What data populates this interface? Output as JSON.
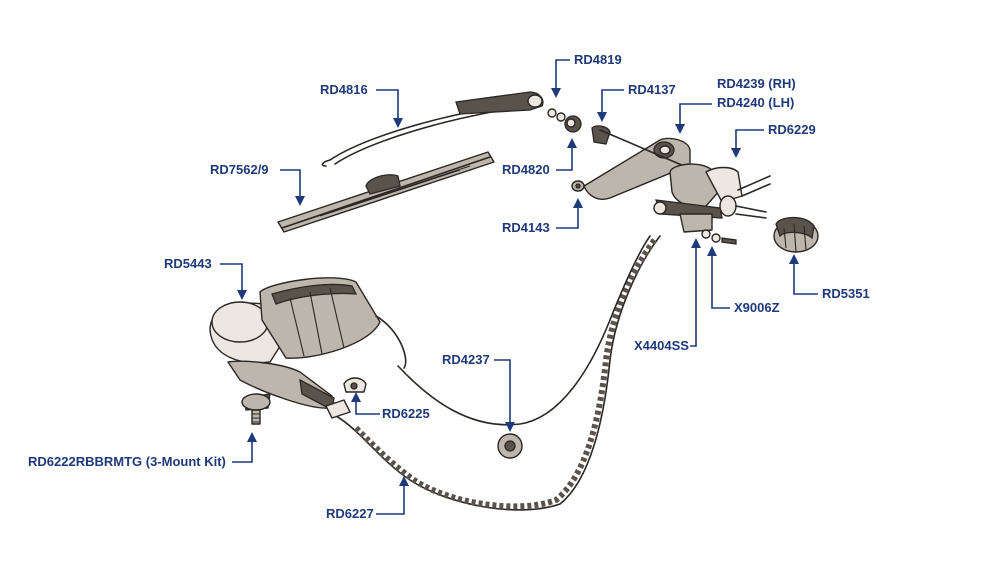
{
  "labels": {
    "rd4816": "RD4816",
    "rd4819": "RD4819",
    "rd4137": "RD4137",
    "rd4239": "RD4239 (RH)",
    "rd4240": "RD4240 (LH)",
    "rd6229": "RD6229",
    "rd7562": "RD7562/9",
    "rd4820": "RD4820",
    "rd4143": "RD4143",
    "rd5443": "RD5443",
    "rd5351": "RD5351",
    "x9006z": "X9006Z",
    "x4404ss": "X4404SS",
    "rd4237": "RD4237",
    "rd6225": "RD6225",
    "rd6222": "RD6222RBBRMTG (3-Mount Kit)",
    "rd6227": "RD6227"
  },
  "colors": {
    "label": "#1f3a7a",
    "ink": "#2a2724",
    "shade": "#bdb6ad"
  }
}
